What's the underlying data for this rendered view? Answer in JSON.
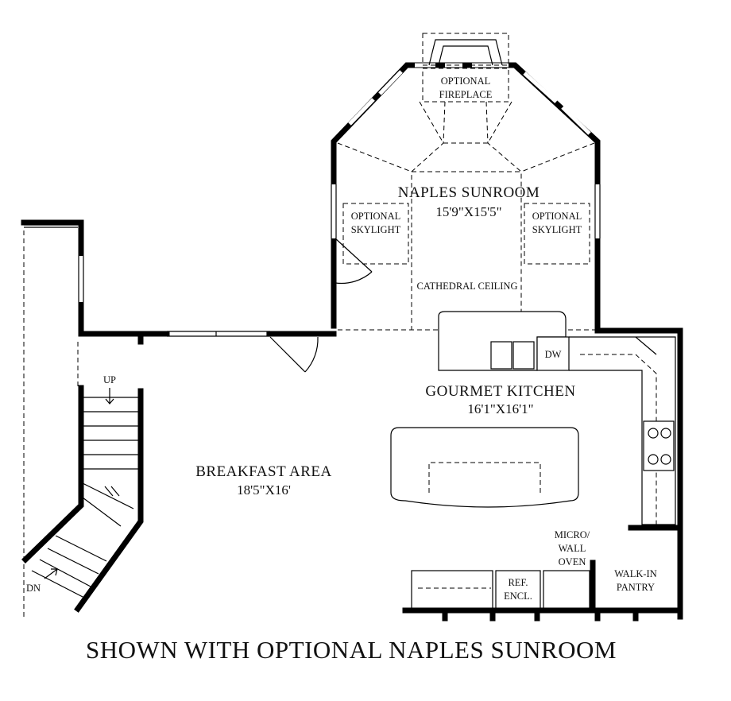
{
  "rooms": {
    "sunroom": {
      "name": "NAPLES SUNROOM",
      "dims": "15'9\"X15'5\""
    },
    "kitchen": {
      "name": "GOURMET KITCHEN",
      "dims": "16'1\"X16'1\""
    },
    "breakfast": {
      "name": "BREAKFAST AREA",
      "dims": "18'5\"X16'"
    }
  },
  "labels": {
    "fireplace_line1": "OPTIONAL",
    "fireplace_line2": "FIREPLACE",
    "skylight_left_line1": "OPTIONAL",
    "skylight_left_line2": "SKYLIGHT",
    "skylight_right_line1": "OPTIONAL",
    "skylight_right_line2": "SKYLIGHT",
    "cathedral": "CATHEDRAL CEILING",
    "dw": "DW",
    "stairs_up": "UP",
    "stairs_down": "DN",
    "micro_line1": "MICRO/",
    "micro_line2": "WALL",
    "micro_line3": "OVEN",
    "ref_line1": "REF.",
    "ref_line2": "ENCL.",
    "pantry_line1": "WALK-IN",
    "pantry_line2": "PANTRY"
  },
  "caption": "SHOWN WITH OPTIONAL NAPLES SUNROOM"
}
